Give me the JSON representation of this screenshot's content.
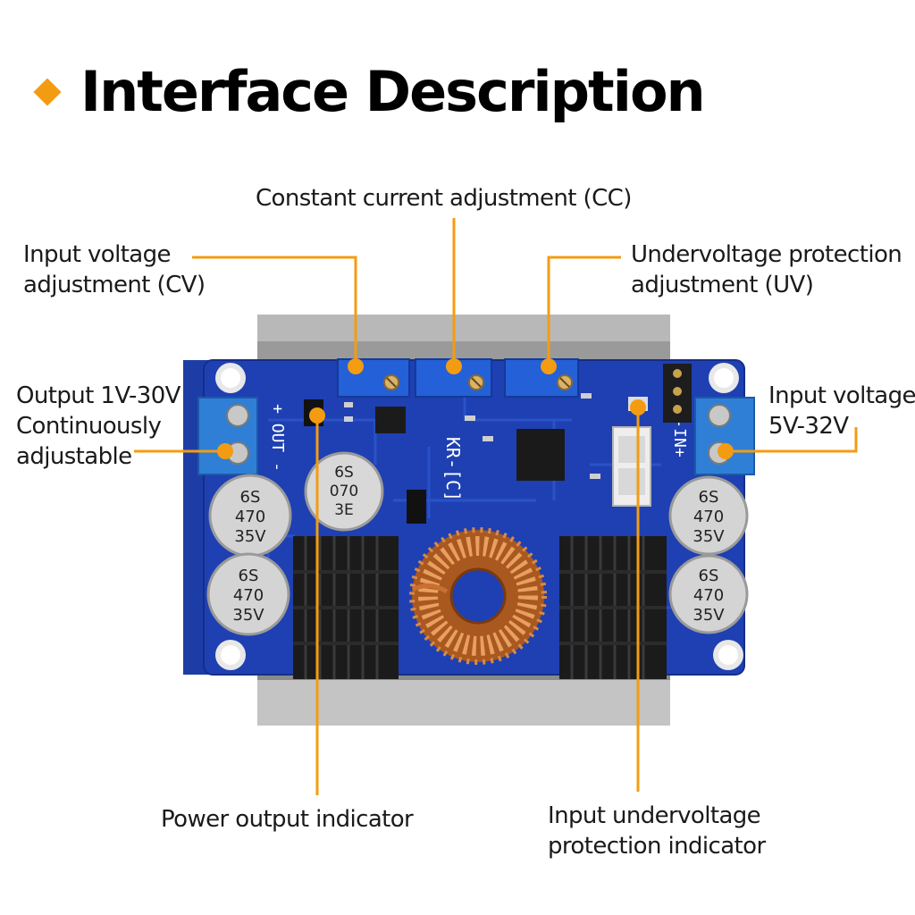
{
  "header": {
    "title": "Interface Description"
  },
  "accent_color": "#f39c12",
  "board_color": "#1e3fa8",
  "labels": {
    "constant_current": "Constant current adjustment (CC)",
    "input_voltage_adjust": {
      "line1": "Input voltage",
      "line2": "adjustment (CV)"
    },
    "undervoltage_adjust": {
      "line1": "Undervoltage protection",
      "line2": "adjustment (UV)"
    },
    "output": {
      "line1": "Output 1V-30V",
      "line2": "Continuously",
      "line3": "adjustable"
    },
    "input_voltage": {
      "line1": "Input voltage",
      "line2": "5V-32V"
    },
    "power_output_indicator": "Power output indicator",
    "input_undervoltage_indicator": {
      "line1": "Input undervoltage",
      "line2": "protection indicator"
    }
  },
  "board": {
    "capacitor_text": {
      "line1": "6S",
      "line2": "470",
      "line3": "35V"
    },
    "small_cap_text": {
      "line1": "6S",
      "line2": "070",
      "line3": "3E"
    },
    "out_terminal_text": "+ OUT -",
    "in_terminal_text": "-IN+",
    "model_text": "KR-[C]"
  }
}
